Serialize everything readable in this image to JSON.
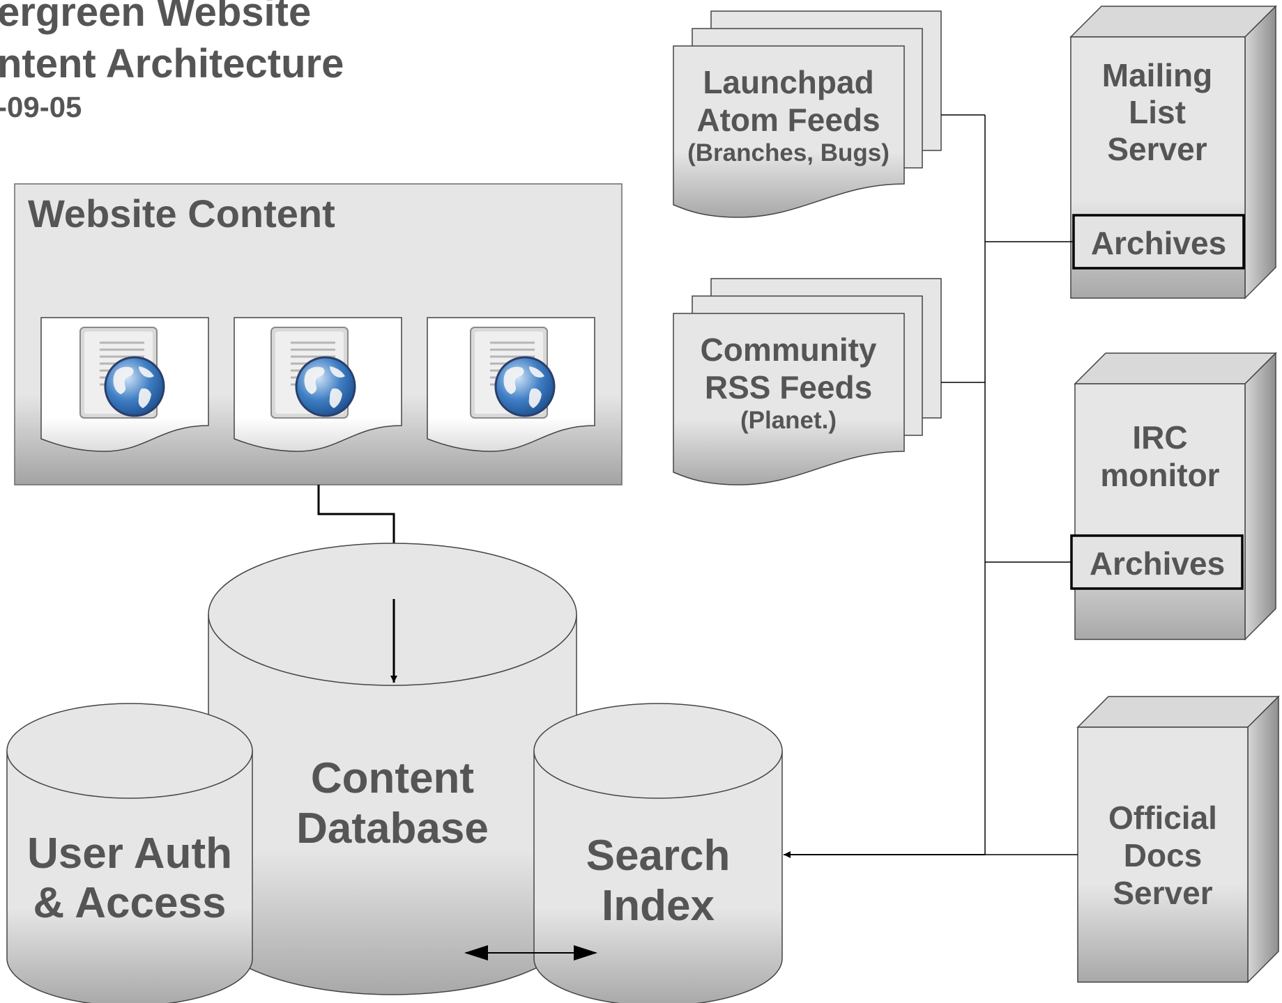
{
  "header": {
    "title_line1": "ergreen Website",
    "title_line2": "ntent Architecture",
    "date": "-09-05"
  },
  "website_content": {
    "label": "Website Content",
    "pages": [
      {
        "icon": "web-document-globe-icon"
      },
      {
        "icon": "web-document-globe-icon"
      },
      {
        "icon": "web-document-globe-icon"
      }
    ]
  },
  "feeds": {
    "launchpad": {
      "line1": "Launchpad",
      "line2": "Atom Feeds",
      "line3": "(Branches, Bugs)"
    },
    "community": {
      "line1": "Community",
      "line2": "RSS Feeds",
      "line3": "(Planet.)"
    }
  },
  "servers": {
    "mailing_list": {
      "line1": "Mailing",
      "line2": "List",
      "line3": "Server",
      "archives": "Archives"
    },
    "irc": {
      "line1": "IRC",
      "line2": "monitor",
      "archives": "Archives"
    },
    "docs": {
      "line1": "Official",
      "line2": "Docs",
      "line3": "Server"
    }
  },
  "databases": {
    "content": {
      "line1": "Content",
      "line2": "Database"
    },
    "user_auth": {
      "line1": "User Auth",
      "line2": "& Access"
    },
    "search": {
      "line1": "Search",
      "line2": "Index"
    }
  },
  "colors": {
    "shape_fill": "#e6e6e6",
    "shape_fill_dark": "#b0b0b0",
    "text": "#555555",
    "line": "#000000"
  }
}
